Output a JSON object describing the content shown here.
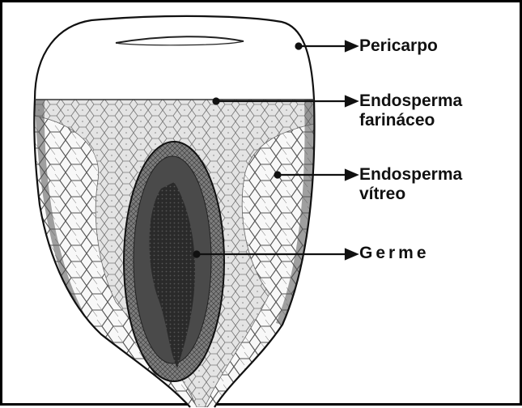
{
  "labels": {
    "pericarpo": "Pericarpo",
    "endosperma_farinaceo": [
      "Endosperma",
      "farináceo"
    ],
    "endosperma_vitreo": [
      "Endosperma",
      "vítreo"
    ],
    "germe": "Germe"
  },
  "colors": {
    "border": "#000000",
    "ink": "#111111",
    "floury": "#e6e6e6",
    "vitreous": "#f7f7f7",
    "germ_outer": "#8a8a8a",
    "germ_inner": "#2f2f2f"
  }
}
